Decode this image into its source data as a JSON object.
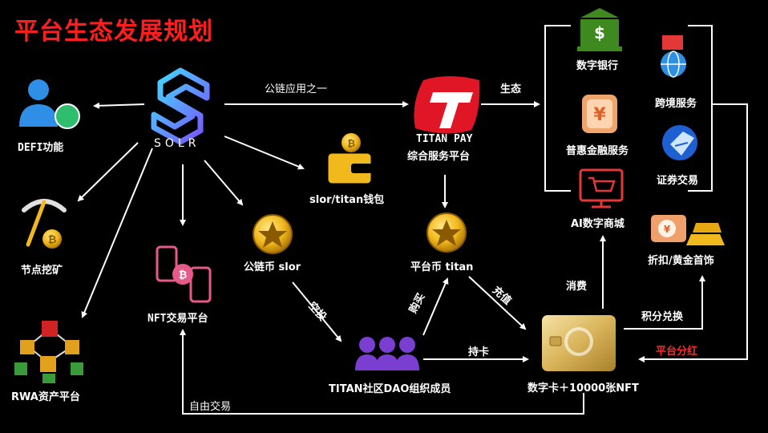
{
  "title": "平台生态发展规划",
  "nodes": {
    "solr": "SOLR",
    "defi": "DEFI功能",
    "mining": "节点挖矿",
    "rwa": "RWA资产平台",
    "nft": "NFT交易平台",
    "chain_coin": "公链币 slor",
    "wallet": "slor/titan钱包",
    "titan_pay_1": "TITAN PAY",
    "titan_pay_2": "综合服务平台",
    "platform_coin": "平台币 titan",
    "dao": "TITAN社区DAO组织成员",
    "card": "数字卡＋10000张NFT",
    "bank": "数字银行",
    "crossborder": "跨境服务",
    "inclusive": "普惠金融服务",
    "securities": "证券交易",
    "mall": "AI数字商城",
    "discount": "折扣/黄金首饰"
  },
  "edges": {
    "public_chain_app": "公链应用之一",
    "ecology": "生态",
    "airdrop": "空投",
    "buy": "购买",
    "recharge": "充值",
    "hold_card": "持卡",
    "consume": "消费",
    "points_exchange": "积分兑换",
    "platform_dividend": "平台分红",
    "free_trade": "自由交易"
  },
  "colors": {
    "title": "#ff1e1e",
    "accent_red": "#ff2a2a",
    "line": "#ffffff",
    "gold": "#f2b91c",
    "purple": "#7a3fd1",
    "green": "#3e8a1e"
  }
}
